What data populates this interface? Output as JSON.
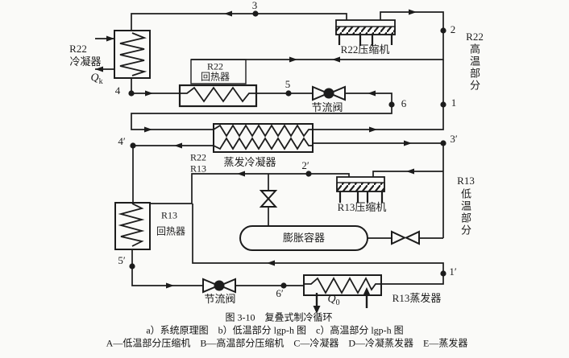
{
  "figure": {
    "caption_line1": "图 3-10　复叠式制冷循环",
    "caption_line2": "a）系统原理图　b）低温部分 lgp-h 图　c）高温部分 lgp-h 图",
    "caption_line3": "A—低温部分压缩机　B—高温部分压缩机　C—冷凝器　D—冷凝蒸发器　E—蒸发器"
  },
  "colors": {
    "ink": "#1c1c1c",
    "paper": "#fafaf8"
  },
  "sections": {
    "high": {
      "refrigerant": "R22",
      "vertical": "高温部分"
    },
    "low": {
      "refrigerant": "R13",
      "vertical": "低温部分"
    }
  },
  "labels": {
    "condenser_l1": "R22",
    "condenser_l2": "冷凝器",
    "qk_sym": "Q",
    "qk_sub": "k",
    "regen22_l1": "R22",
    "regen22_l2": "回热器",
    "compressor22": "R22压缩机",
    "throttle22": "节流阀",
    "evapcond_r22": "R22",
    "evapcond_r13": "R13",
    "evapcond_name": "蒸发冷凝器",
    "compressor13": "R13压缩机",
    "vessel": "膨胀容器",
    "regen13_l1": "R13",
    "regen13_l2": "回热器",
    "throttle13": "节流阀",
    "evaporator": "R13蒸发器",
    "qo_sym": "Q",
    "qo_sub": "0",
    "n1": "1",
    "n2": "2",
    "n3": "3",
    "n4": "4",
    "n5": "5",
    "n6": "6",
    "n1p": "1′",
    "n2p": "2′",
    "n3p": "3′",
    "n4p": "4′",
    "n5p": "5′",
    "n6p": "6′"
  }
}
